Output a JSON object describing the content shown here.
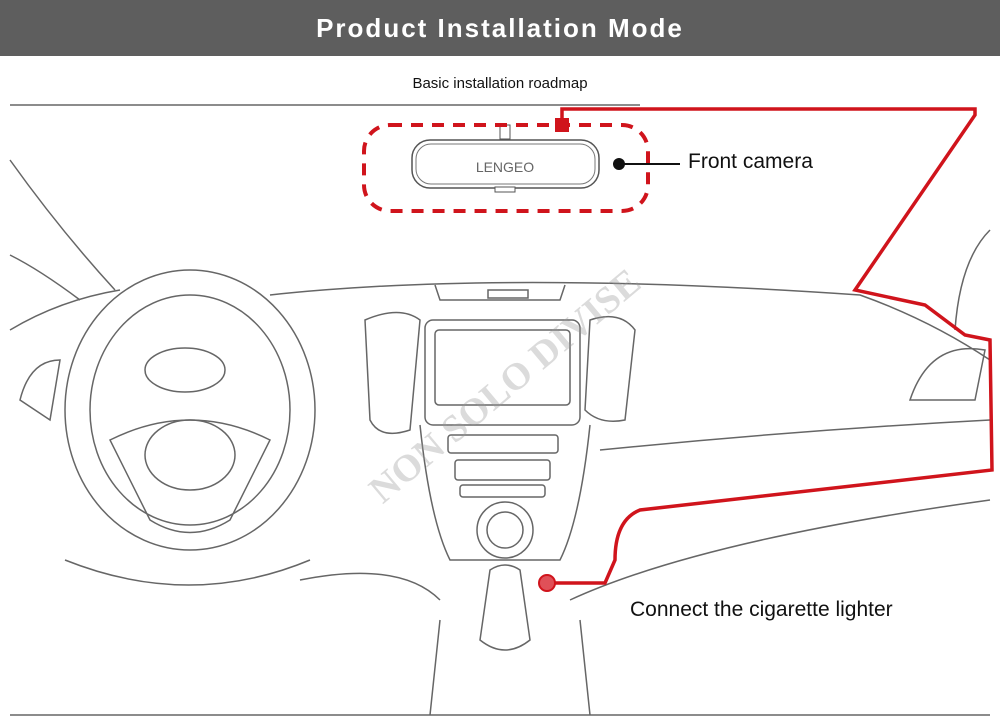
{
  "header": {
    "title": "Product Installation Mode"
  },
  "subtitle": "Basic installation roadmap",
  "mirror": {
    "brand": "LENGEO"
  },
  "labels": {
    "front_camera": "Front camera",
    "cigarette_lighter": "Connect the cigarette lighter"
  },
  "watermark": "NON SOLO DIVISE",
  "colors": {
    "header_bg": "#5e5e5e",
    "cable": "#d0141c",
    "line": "#555555"
  }
}
